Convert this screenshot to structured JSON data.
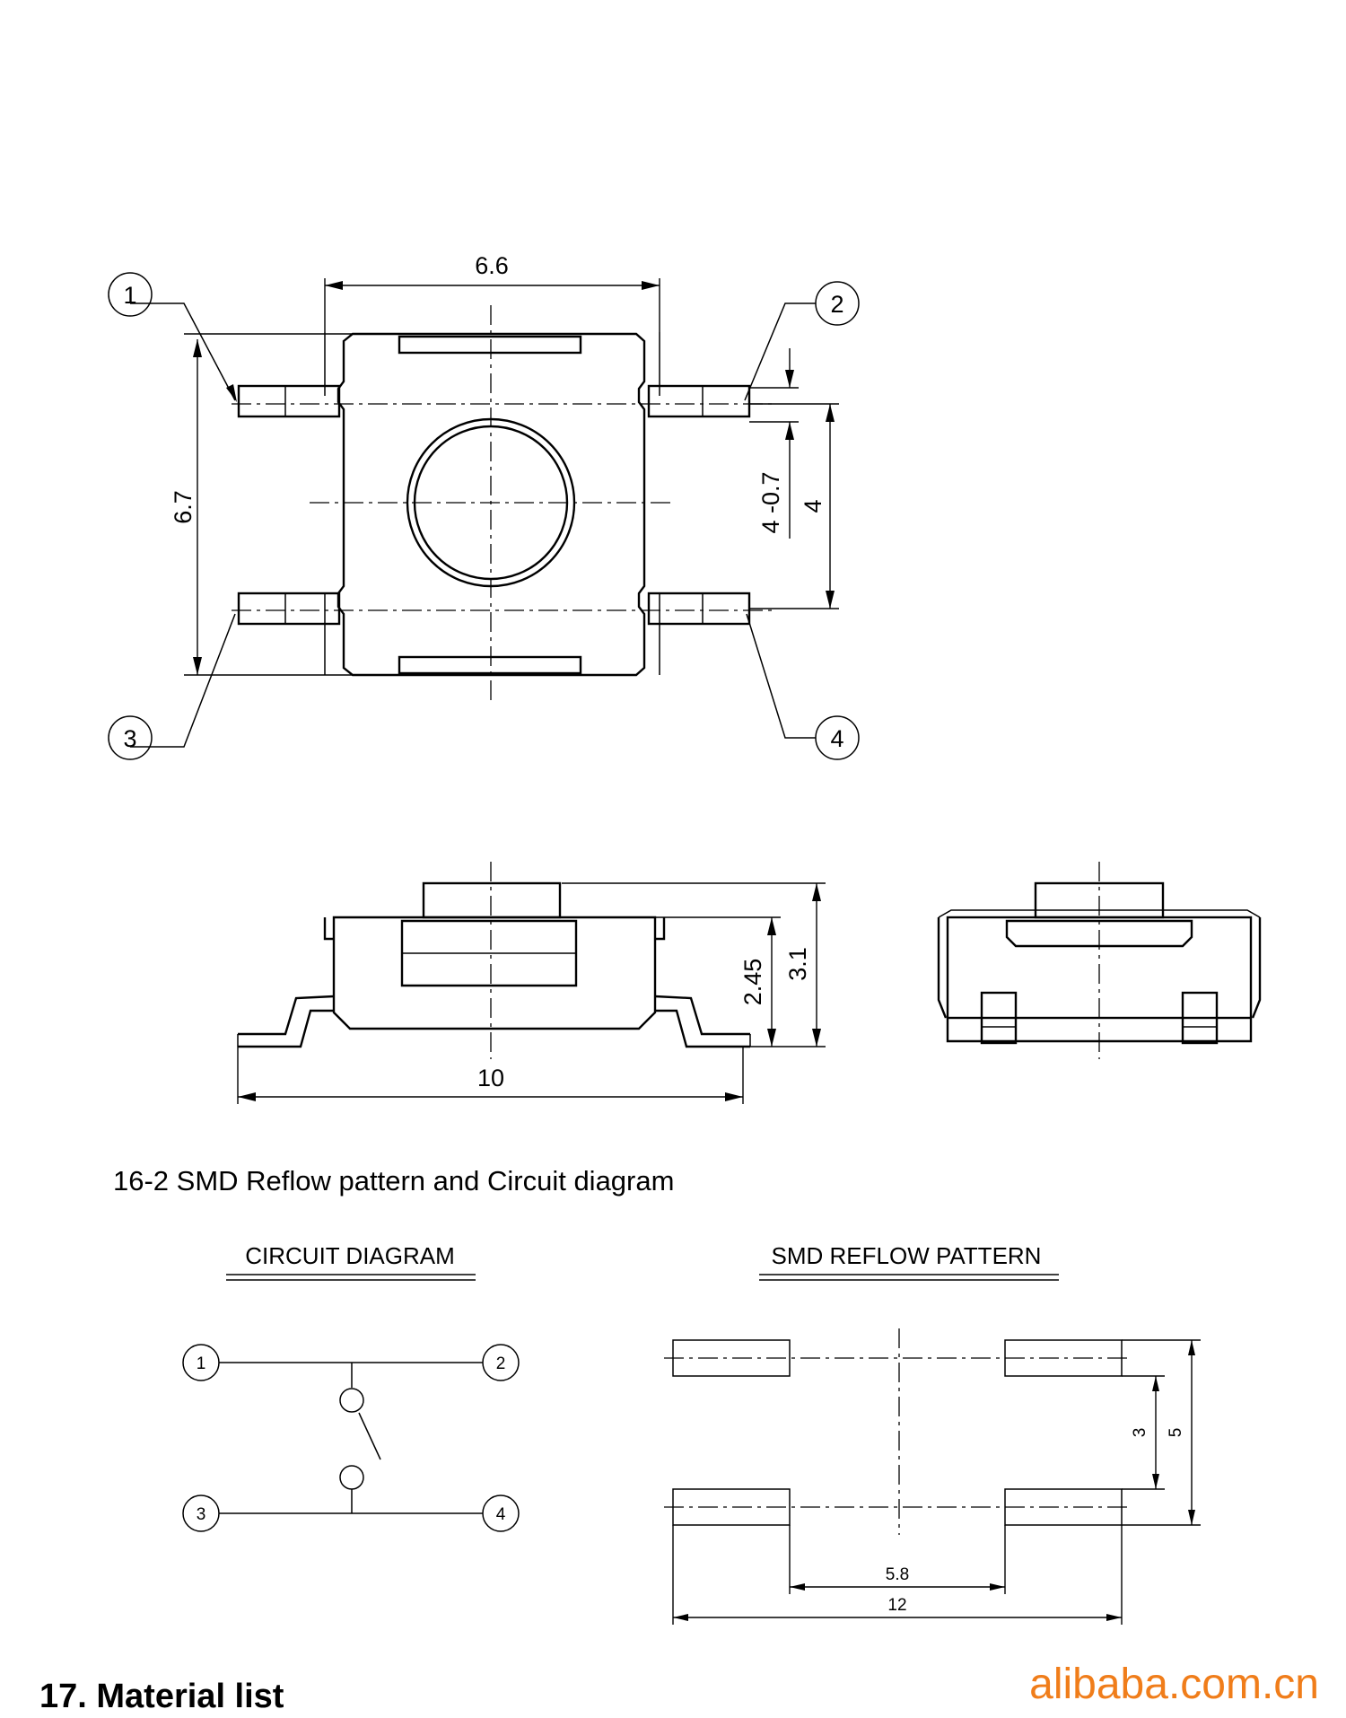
{
  "top_view": {
    "pin_labels": [
      "1",
      "2",
      "3",
      "4"
    ],
    "dim_width": "6.6",
    "dim_height": "6.7",
    "dim_pitch": "4",
    "dim_pitch_inner": "4 -0.7"
  },
  "side_view": {
    "dim_length": "10",
    "dim_body_height": "2.45",
    "dim_total_height": "3.1"
  },
  "section_heading": "16-2 SMD Reflow pattern and Circuit diagram",
  "circuit": {
    "title": "CIRCUIT DIAGRAM",
    "pin_labels": [
      "1",
      "2",
      "3",
      "4"
    ]
  },
  "reflow": {
    "title": "SMD REFLOW PATTERN",
    "dim_inner_spacing": "5.8",
    "dim_outer_span": "12",
    "dim_pad_gap": "3",
    "dim_pad_span": "5"
  },
  "next_section": "17. Material list",
  "watermark": "alibaba.com.cn",
  "colors": {
    "line": "#000000",
    "watermark": "#f07d1a"
  }
}
